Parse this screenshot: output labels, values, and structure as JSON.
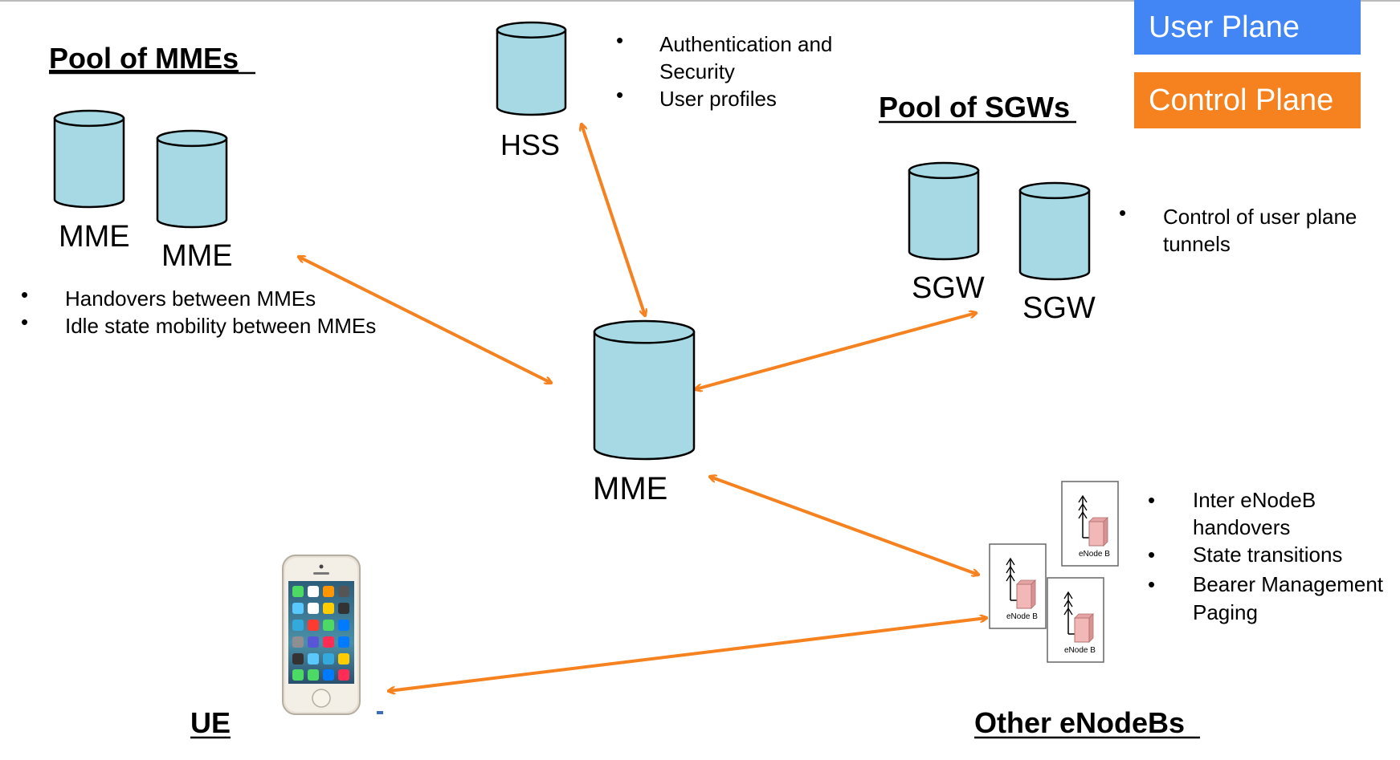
{
  "colors": {
    "user_plane": "#4285f4",
    "control_plane": "#f5821f",
    "cylinder_fill": "#a6d9e3",
    "arrow": "#f5821f",
    "enodeb_box": "#f2b8b8"
  },
  "legend": {
    "user_plane": "User Plane",
    "control_plane": "Control Plane"
  },
  "headings": {
    "pool_mmes": "Pool of MMEs",
    "pool_sgws": "Pool of SGWs",
    "ue": "UE",
    "other_enodebs": "Other eNodeBs"
  },
  "nodes": {
    "hss": "HSS",
    "mme_pool_1": "MME",
    "mme_pool_2": "MME",
    "mme_center": "MME",
    "sgw_1": "SGW",
    "sgw_2": "SGW",
    "enodeb_1": "eNode B",
    "enodeb_2": "eNode B",
    "enodeb_3": "eNode B"
  },
  "bullets": {
    "hss": [
      "Authentication and\nSecurity",
      "User profiles"
    ],
    "mme_pool": [
      "Handovers between MMEs",
      "Idle state mobility between MMEs"
    ],
    "sgw": [
      "Control of user plane\ntunnels"
    ],
    "enodeb": [
      "Inter eNodeB\nhandovers",
      "State transitions",
      "Bearer Management\nPaging"
    ]
  },
  "icons": {
    "phone": "smartphone-icon",
    "enodeb": "enodeb-icon",
    "database": "database-cylinder-icon"
  }
}
